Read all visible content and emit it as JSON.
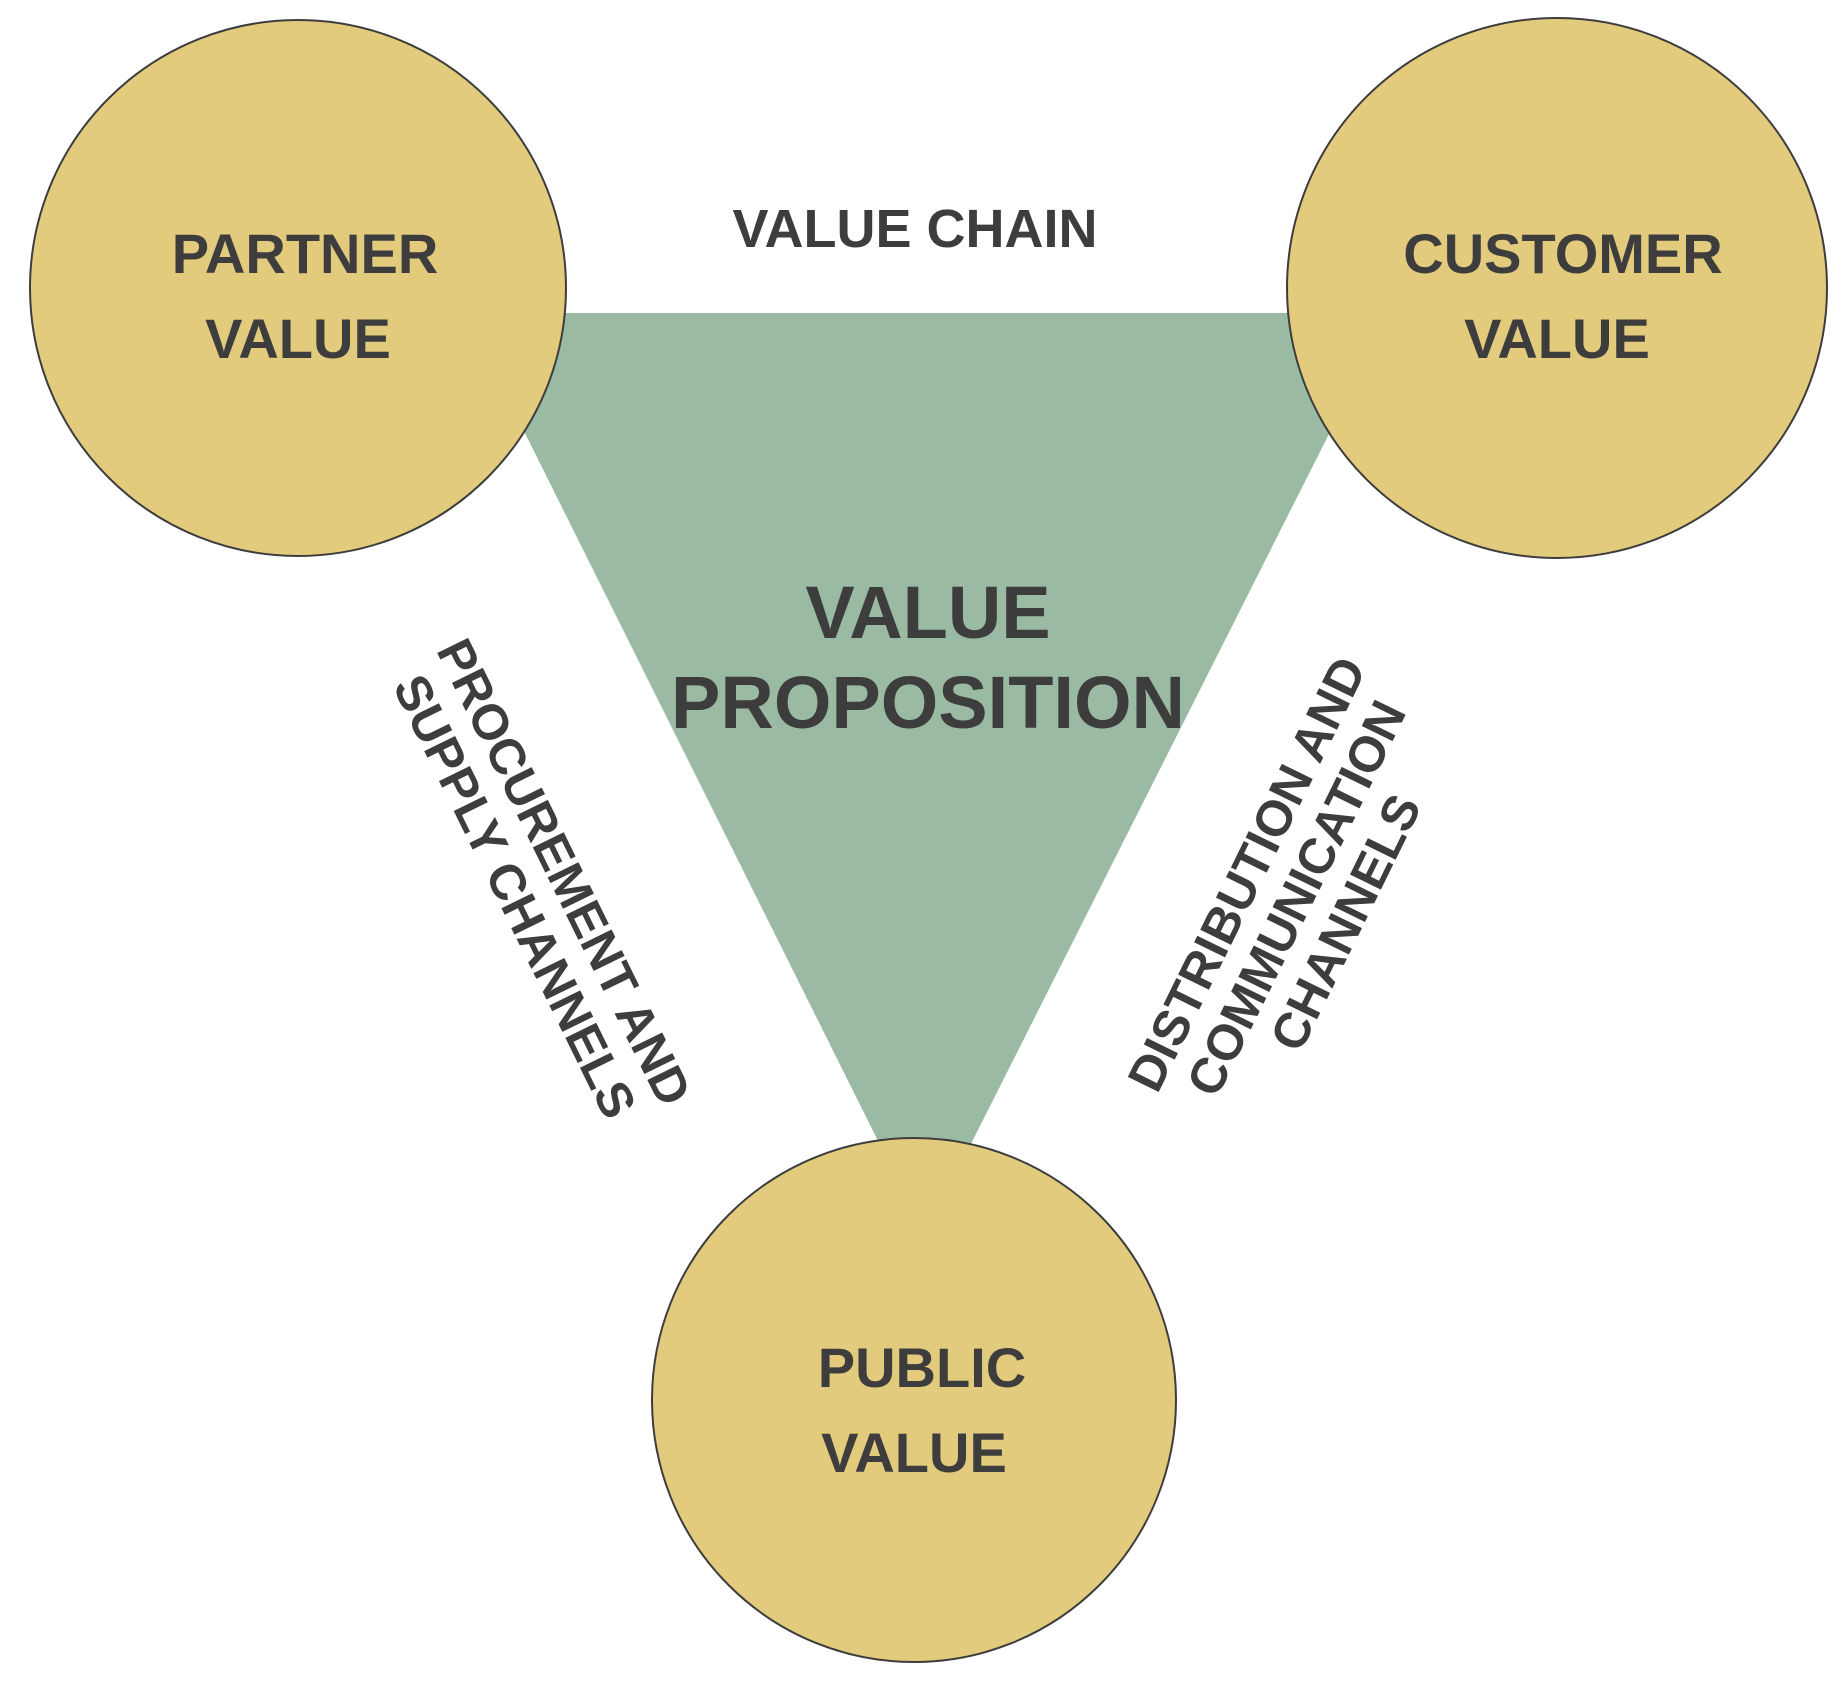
{
  "colors": {
    "triangle": "#9bbaa3",
    "circle": "#e3cb7d",
    "circle_stroke": "#3d3d3d",
    "text": "#3d3d3d",
    "background": "#ffffff"
  },
  "center": {
    "line1": "VALUE",
    "line2": "PROPOSITION"
  },
  "edges": {
    "top": "VALUE CHAIN",
    "left": {
      "line1": "PROCUREMENT AND",
      "line2": "SUPPLY CHANNELS"
    },
    "right": {
      "line1": "DISTRIBUTION AND",
      "line2": "COMMUNICATION",
      "line3": "CHANNELS"
    }
  },
  "nodes": {
    "partner": {
      "line1": "PARTNER",
      "line2": "VALUE"
    },
    "customer": {
      "line1": "CUSTOMER",
      "line2": "VALUE"
    },
    "public": {
      "line1": "PUBLIC",
      "line2": "VALUE"
    }
  }
}
